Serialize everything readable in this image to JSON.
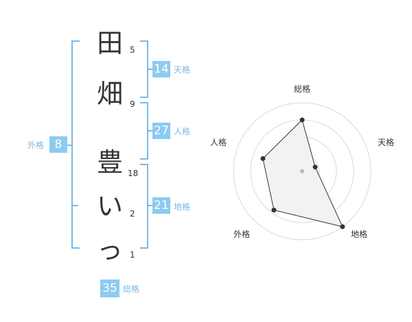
{
  "name": {
    "chars": [
      "田",
      "畑",
      "豊",
      "い",
      "っ"
    ],
    "strokes": [
      "5",
      "9",
      "18",
      "2",
      "1"
    ]
  },
  "grades": {
    "tenkaku": {
      "value": "14",
      "label": "天格"
    },
    "jinkaku": {
      "value": "27",
      "label": "人格"
    },
    "chikaku": {
      "value": "21",
      "label": "地格"
    },
    "gaikaku": {
      "value": "8",
      "label": "外格"
    },
    "soukaku": {
      "value": "35",
      "label": "総格"
    }
  },
  "chart_data": {
    "type": "radar",
    "axes": [
      "総格",
      "天格",
      "地格",
      "外格",
      "人格"
    ],
    "values": [
      0.75,
      0.2,
      1.0,
      0.7,
      0.6
    ],
    "range": [
      0,
      1
    ],
    "rings": 4,
    "colors": {
      "fill": "#f2f2f2",
      "line": "#333333",
      "grid": "#d9d9d9",
      "center": "#bbbbbb"
    }
  }
}
